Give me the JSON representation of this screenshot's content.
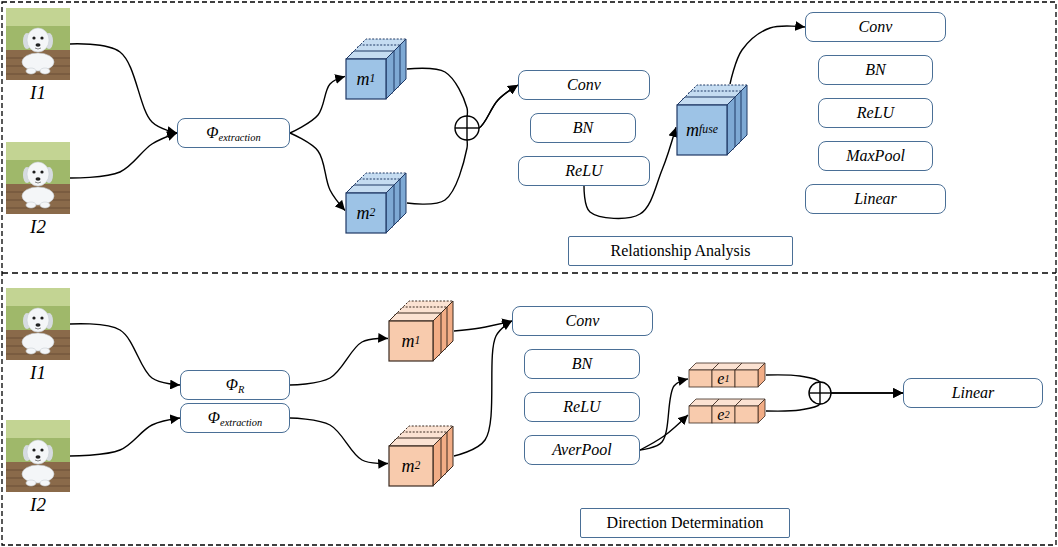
{
  "diagram": {
    "nodes": [
      {
        "text": [
          "I1"
        ]
      },
      {
        "text": [
          "I2"
        ]
      },
      {
        "text": [
          "Φextraction"
        ]
      },
      {
        "text": [
          "m1"
        ]
      },
      {
        "text": [
          "m2"
        ]
      },
      {
        "text": [
          "Conv"
        ]
      },
      {
        "text": [
          "BN"
        ]
      },
      {
        "text": [
          "ReLU"
        ]
      },
      {
        "text": [
          "mfuse"
        ]
      },
      {
        "text": [
          "Conv"
        ]
      },
      {
        "text": [
          "BN"
        ]
      },
      {
        "text": [
          "ReLU"
        ]
      },
      {
        "text": [
          "MaxPool"
        ]
      },
      {
        "text": [
          "Linear"
        ]
      },
      {
        "text": [
          "Relationship Analysis"
        ]
      },
      {
        "text": [
          "I1"
        ]
      },
      {
        "text": [
          "I2"
        ]
      },
      {
        "text": [
          "ΦR"
        ]
      },
      {
        "text": [
          "Φextraction"
        ]
      },
      {
        "text": [
          "m1"
        ]
      },
      {
        "text": [
          "m2"
        ]
      },
      {
        "text": [
          "Conv"
        ]
      },
      {
        "text": [
          "BN"
        ]
      },
      {
        "text": [
          "ReLU"
        ]
      },
      {
        "text": [
          "AverPool"
        ]
      },
      {
        "text": [
          "e1"
        ]
      },
      {
        "text": [
          "e2"
        ]
      },
      {
        "text": [
          "Linear"
        ]
      },
      {
        "text": [
          "Direction Determination"
        ]
      }
    ],
    "edges": [
      {
        "from": 0,
        "to": 2,
        "arrow": "to"
      },
      {
        "from": 1,
        "to": 2,
        "arrow": "to"
      },
      {
        "from": 2,
        "to": 3,
        "arrow": "to"
      },
      {
        "from": 2,
        "to": 4,
        "arrow": "to"
      },
      {
        "from": 3,
        "to": 5,
        "arrow": "to"
      },
      {
        "from": 4,
        "to": 5,
        "arrow": "to"
      },
      {
        "from": 7,
        "to": 8,
        "arrow": "to"
      },
      {
        "from": 8,
        "to": 9,
        "arrow": "to"
      },
      {
        "from": 15,
        "to": 17,
        "arrow": "to"
      },
      {
        "from": 16,
        "to": 18,
        "arrow": "to"
      },
      {
        "from": 17,
        "to": 19,
        "arrow": "to"
      },
      {
        "from": 18,
        "to": 20,
        "arrow": "to"
      },
      {
        "from": 19,
        "to": 21,
        "arrow": "to"
      },
      {
        "from": 20,
        "to": 21,
        "arrow": "to"
      },
      {
        "from": 24,
        "to": 25,
        "arrow": "to"
      },
      {
        "from": 24,
        "to": 26,
        "arrow": "to"
      },
      {
        "from": 25,
        "to": 27,
        "arrow": "to"
      },
      {
        "from": 26,
        "to": 27,
        "arrow": "to"
      }
    ]
  }
}
